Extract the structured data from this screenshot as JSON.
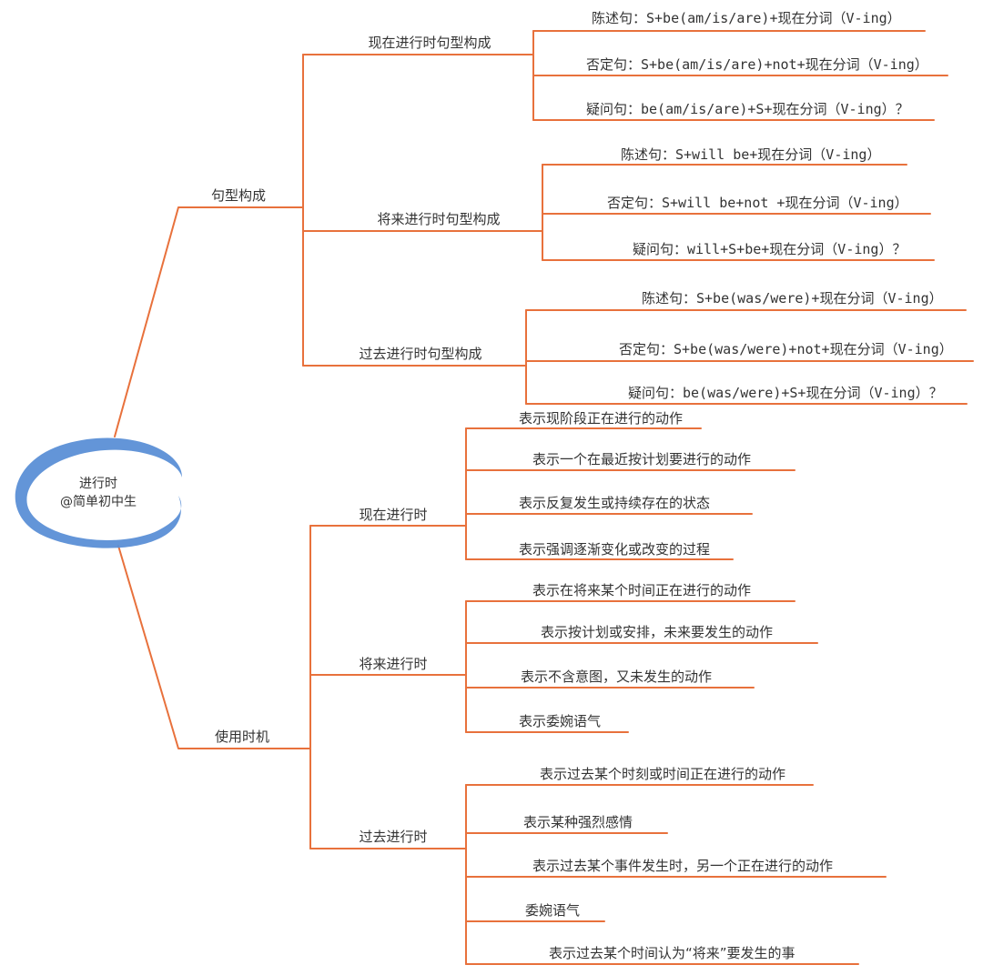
{
  "colors": {
    "line": "#e8713c",
    "root_ring": "#5b8fd6",
    "text": "#333333"
  },
  "root": {
    "line1": "进行时",
    "line2": "@简单初中生"
  },
  "branches": [
    {
      "label": "句型构成",
      "children": [
        {
          "label": "现在进行时句型构成",
          "leaves": [
            "陈述句：S+be(am/is/are)+现在分词（V-ing）",
            "否定句：S+be(am/is/are)+not+现在分词（V-ing）",
            "疑问句：be(am/is/are)+S+现在分词（V-ing）？"
          ]
        },
        {
          "label": "将来进行时句型构成",
          "leaves": [
            "陈述句：S+will be+现在分词（V-ing）",
            "否定句：S+will be+not +现在分词（V-ing）",
            "疑问句：will+S+be+现在分词（V-ing）？"
          ]
        },
        {
          "label": "过去进行时句型构成",
          "leaves": [
            "陈述句：S+be(was/were)+现在分词（V-ing）",
            "否定句：S+be(was/were)+not+现在分词（V-ing）",
            "疑问句：be(was/were)+S+现在分词（V-ing）？"
          ]
        }
      ]
    },
    {
      "label": "使用时机",
      "children": [
        {
          "label": "现在进行时",
          "leaves": [
            "表示现阶段正在进行的动作",
            "表示一个在最近按计划要进行的动作",
            "表示反复发生或持续存在的状态",
            "表示强调逐渐变化或改变的过程"
          ]
        },
        {
          "label": "将来进行时",
          "leaves": [
            "表示在将来某个时间正在进行的动作",
            "表示按计划或安排，未来要发生的动作",
            "表示不含意图，又未发生的动作",
            "表示委婉语气"
          ]
        },
        {
          "label": "过去进行时",
          "leaves": [
            "表示过去某个时刻或时间正在进行的动作",
            "表示某种强烈感情",
            "表示过去某个事件发生时，另一个正在进行的动作",
            "委婉语气",
            "表示过去某个时间认为“将来”要发生的事"
          ]
        }
      ]
    }
  ]
}
